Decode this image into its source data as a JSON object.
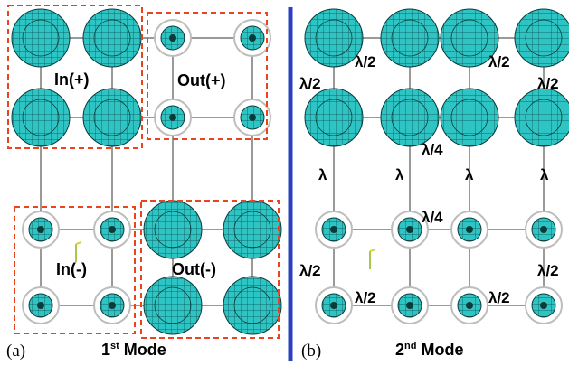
{
  "panel_a": {
    "caption": "(a)",
    "mode_number": "1",
    "mode_suffix": "st",
    "mode_word": " Mode",
    "labels": {
      "in_plus": "In(+)",
      "out_plus": "Out(+)",
      "in_minus": "In(-)",
      "out_minus": "Out(-)"
    }
  },
  "panel_b": {
    "caption": "(b)",
    "mode_number": "2",
    "mode_suffix": "nd",
    "mode_word": " Mode",
    "labels": {
      "half_wave_a": "λ/2",
      "half_wave_b": "λ/2",
      "half_wave_c": "λ/2",
      "half_wave_d": "λ/2",
      "quarter_wave_a": "λ/4",
      "lambda_a": "λ",
      "lambda_b": "λ",
      "lambda_c": "λ",
      "lambda_d": "λ",
      "quarter_wave_b": "λ/4",
      "half_wave_e": "λ/2",
      "half_wave_f": "λ/2",
      "half_wave_g": "λ/2",
      "half_wave_h": "λ/2"
    }
  },
  "colors": {
    "mesh_fill": "#2ec4c4",
    "mesh_line": "#0a3b3b",
    "ring": "#bdbdbd",
    "connector": "#9a9a9a",
    "dashed_box": "#e8441e",
    "divider": "#2c3fbf"
  }
}
